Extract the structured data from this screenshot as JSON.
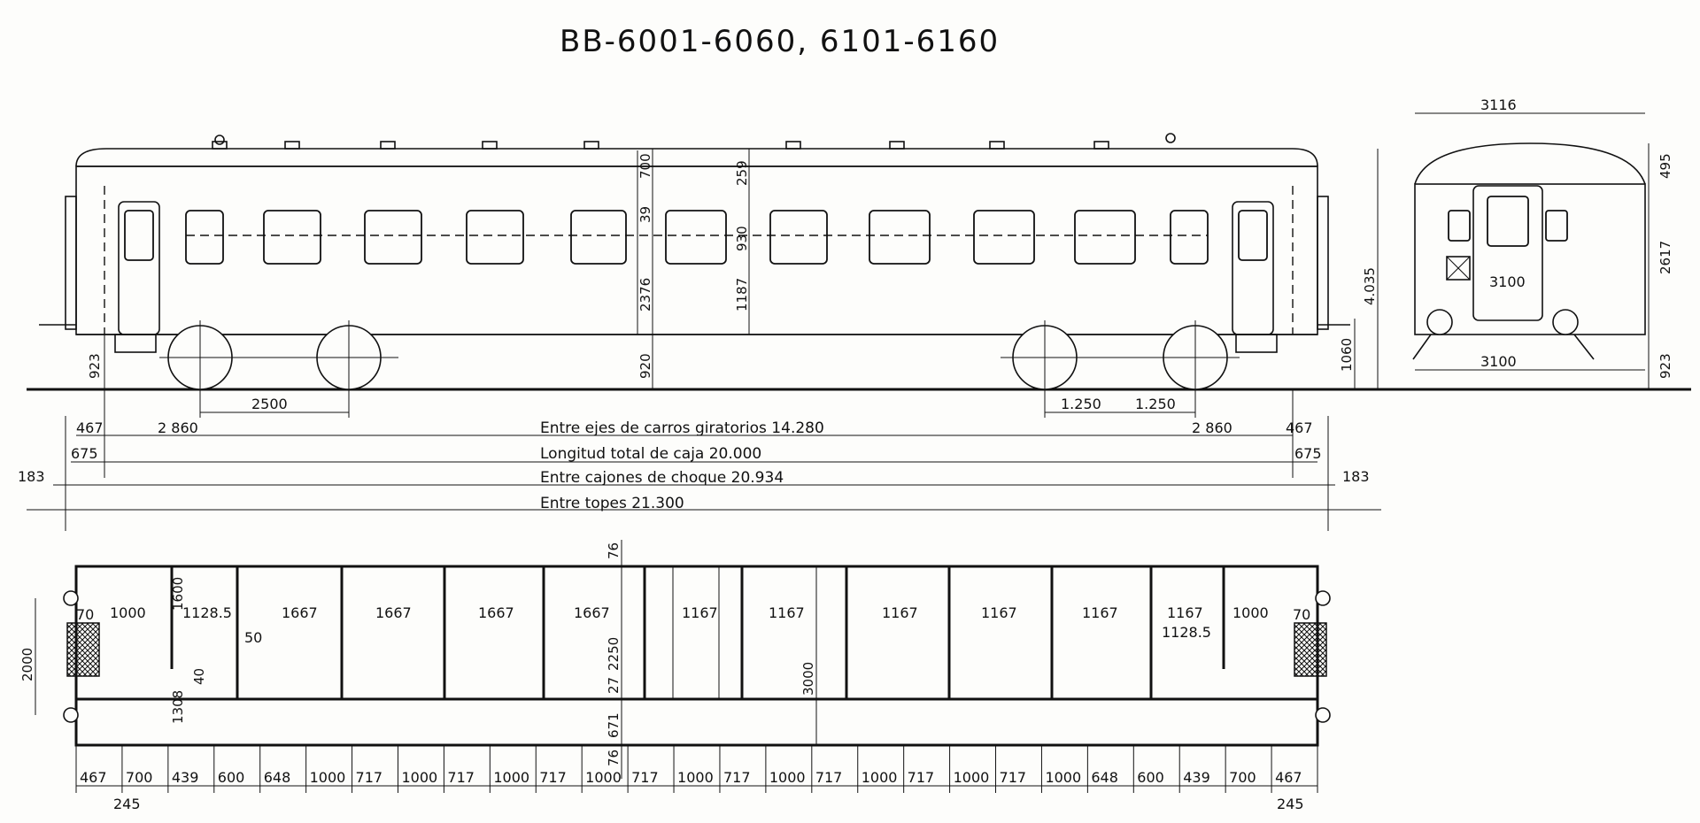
{
  "title": "BB-6001-6060, 6101-6160",
  "side_view": {
    "heights": {
      "h700": "700",
      "h259": "259",
      "h39": "39",
      "h930": "930",
      "h2376": "2376",
      "h1187": "1187",
      "h920": "920",
      "h923": "923",
      "h1060": "1060",
      "h4035": "4.035"
    },
    "bogie_wheelbase": "2500",
    "bogie_half_1": "1.250",
    "bogie_half_2": "1.250",
    "lengths": {
      "pivots_label": "Entre ejes de carros giratorios 14.280",
      "body_label": "Longitud total de caja 20.000",
      "buffers_boxes_label": "Entre cajones de choque 20.934",
      "buffers_label": "Entre topes 21.300"
    },
    "left_overhang": "2 860",
    "right_overhang": "2 860",
    "left_467": "467",
    "right_467": "467",
    "left_675": "675",
    "right_675": "675",
    "left_183": "183",
    "right_183": "183"
  },
  "end_view": {
    "width_top": "3116",
    "width_bottom": "3100",
    "door_width": "3100",
    "h495": "495",
    "h2617": "2617",
    "h923": "923"
  },
  "plan_view": {
    "compartment_labels": [
      "1667",
      "1667",
      "1667",
      "1667",
      "1167",
      "1167",
      "1167",
      "1167",
      "1167"
    ],
    "middle_label": "1167",
    "wc_left": "1128.5",
    "wc_right": "1128.5",
    "vestibule_left": "1000",
    "vestibule_right": "1000",
    "end_left": "70",
    "end_right": "70",
    "left_1600": "1600",
    "left_40": "40",
    "left_1308": "1308",
    "width_2000": "2000",
    "width_2250": "2250",
    "width_3000": "3000",
    "top_76": "76",
    "bottom_76": "76",
    "h671": "671",
    "h27": "27",
    "partition_50": "50",
    "bottom_dims": [
      "467",
      "700",
      "439",
      "600",
      "648",
      "1000",
      "717",
      "1000",
      "717",
      "1000",
      "717",
      "1000",
      "717",
      "1000",
      "717",
      "1000",
      "717",
      "1000",
      "717",
      "1000",
      "717",
      "1000",
      "648",
      "600",
      "439",
      "700",
      "467"
    ],
    "left_245": "245",
    "right_245": "245"
  }
}
